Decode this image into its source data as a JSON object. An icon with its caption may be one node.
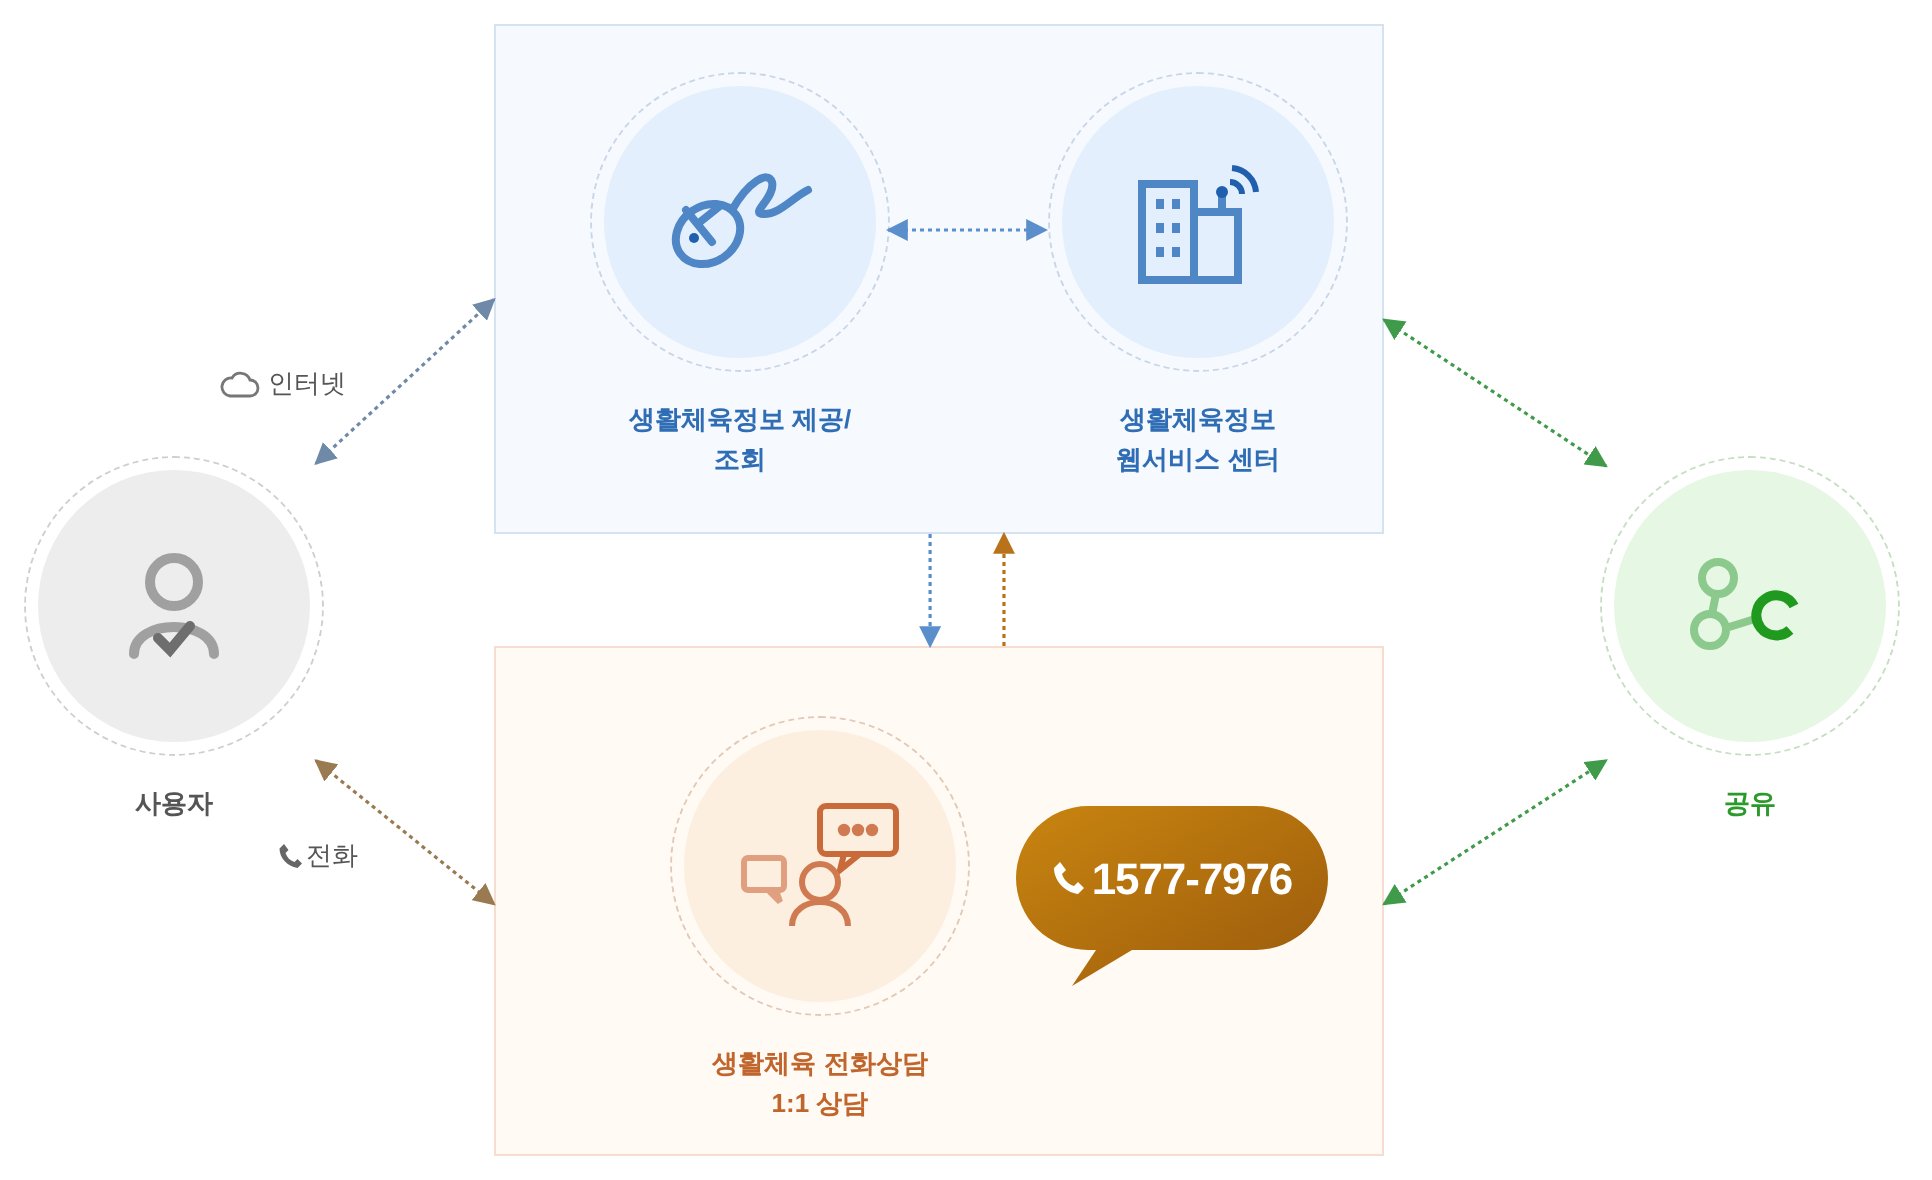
{
  "diagram": {
    "nodes": [
      {
        "text": [],
        "shape": "box"
      },
      {
        "text": [
          "생활체육정보 제공/조회"
        ],
        "in": 0
      },
      {
        "text": [
          "생활체육정보 웹서비스 센터"
        ],
        "in": 0
      },
      {
        "text": [],
        "shape": "box"
      },
      {
        "text": [
          "생활체육 전화상담 1:1 상담"
        ],
        "in": 3
      },
      {
        "text": [
          "1577-7976"
        ],
        "in": 3
      },
      {
        "text": [
          "사용자"
        ]
      },
      {
        "text": [
          "공유"
        ]
      }
    ],
    "edges": [
      {
        "from": 6,
        "to": 0,
        "arrow": "both",
        "color": "#6f8aa8"
      },
      {
        "from": 1,
        "to": 2,
        "arrow": "both",
        "color": "#5b8fcc"
      },
      {
        "from": 0,
        "to": 3,
        "arrow": "to",
        "color": "#5b8fcc"
      },
      {
        "from": 3,
        "to": 0,
        "arrow": "to",
        "color": "#b8731a"
      },
      {
        "from": 6,
        "to": 3,
        "arrow": "both",
        "color": "#9a7a50"
      },
      {
        "from": 0,
        "to": 7,
        "arrow": "both",
        "color": "#3f9a4a"
      },
      {
        "from": 3,
        "to": 7,
        "arrow": "both",
        "color": "#3f9a4a"
      }
    ],
    "labels": [
      "인터넷",
      "전화"
    ]
  }
}
